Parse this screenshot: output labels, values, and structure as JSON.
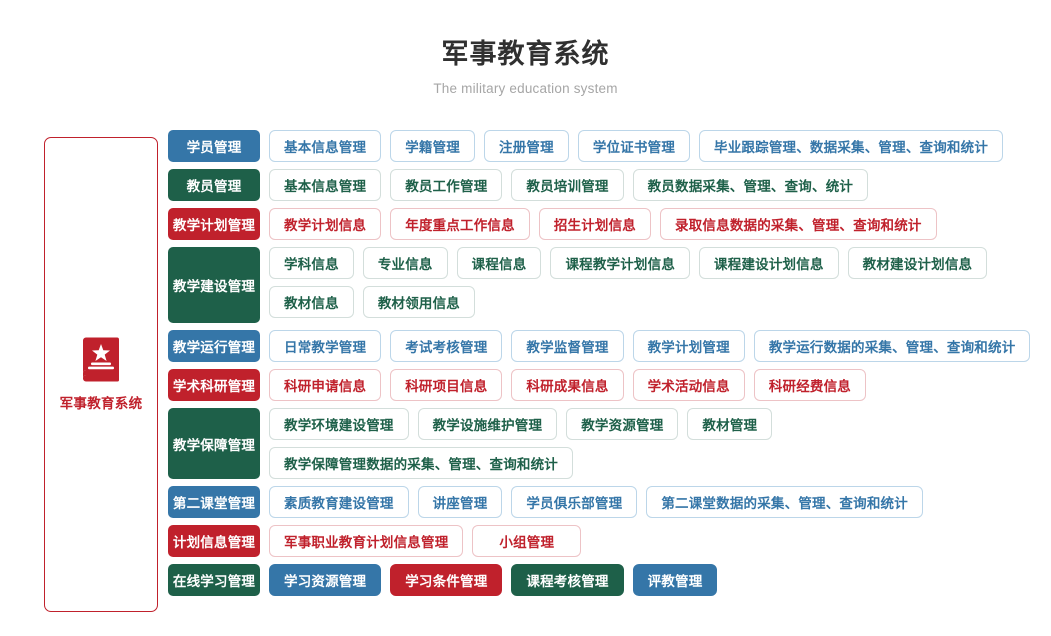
{
  "header": {
    "title": "军事教育系统",
    "subtitle": "The military education system"
  },
  "sidebar": {
    "icon": "book-star-icon",
    "label": "军事教育系统",
    "border_color": "#c0212c"
  },
  "colors": {
    "blue": "#3576a8",
    "green": "#1e6049",
    "red": "#c0212c"
  },
  "rows": [
    {
      "label": "学员管理",
      "color": "blue",
      "style": "outline",
      "items": [
        "基本信息管理",
        "学籍管理",
        "注册管理",
        "学位证书管理",
        "毕业跟踪管理、数据采集、管理、查询和统计"
      ]
    },
    {
      "label": "教员管理",
      "color": "green",
      "style": "outline",
      "items": [
        "基本信息管理",
        "教员工作管理",
        "教员培训管理",
        "教员数据采集、管理、查询、统计"
      ]
    },
    {
      "label": "教学计划管理",
      "color": "red",
      "style": "outline",
      "items": [
        "教学计划信息",
        "年度重点工作信息",
        "招生计划信息",
        "录取信息数据的采集、管理、查询和统计"
      ]
    },
    {
      "label": "教学建设管理",
      "color": "green",
      "style": "outline",
      "two_line": true,
      "items": [
        "学科信息",
        "专业信息",
        "课程信息",
        "课程教学计划信息",
        "课程建设计划信息",
        "教材建设计划信息",
        "教材信息",
        "教材领用信息"
      ]
    },
    {
      "label": "教学运行管理",
      "color": "blue",
      "style": "outline",
      "items": [
        "日常教学管理",
        "考试考核管理",
        "教学监督管理",
        "教学计划管理",
        "教学运行数据的采集、管理、查询和统计"
      ]
    },
    {
      "label": "学术科研管理",
      "color": "red",
      "style": "outline",
      "items": [
        "科研申请信息",
        "科研项目信息",
        "科研成果信息",
        "学术活动信息",
        "科研经费信息"
      ]
    },
    {
      "label": "教学保障管理",
      "color": "green",
      "style": "outline",
      "items": [
        "教学环境建设管理",
        "教学设施维护管理",
        "教学资源管理",
        "教材管理",
        "教学保障管理数据的采集、管理、查询和统计"
      ]
    },
    {
      "label": "第二课堂管理",
      "color": "blue",
      "style": "outline",
      "items": [
        "素质教育建设管理",
        "讲座管理",
        "学员俱乐部管理",
        "第二课堂数据的采集、管理、查询和统计"
      ]
    },
    {
      "label": "计划信息管理",
      "color": "red",
      "style": "outline",
      "items": [
        "军事职业教育计划信息管理",
        "小组管理"
      ]
    },
    {
      "label": "在线学习管理",
      "color": "green",
      "style": "filled",
      "items": [
        {
          "text": "学习资源管理",
          "color": "blue"
        },
        {
          "text": "学习条件管理",
          "color": "red"
        },
        {
          "text": "课程考核管理",
          "color": "green"
        },
        {
          "text": "评教管理",
          "color": "blue"
        }
      ]
    }
  ]
}
